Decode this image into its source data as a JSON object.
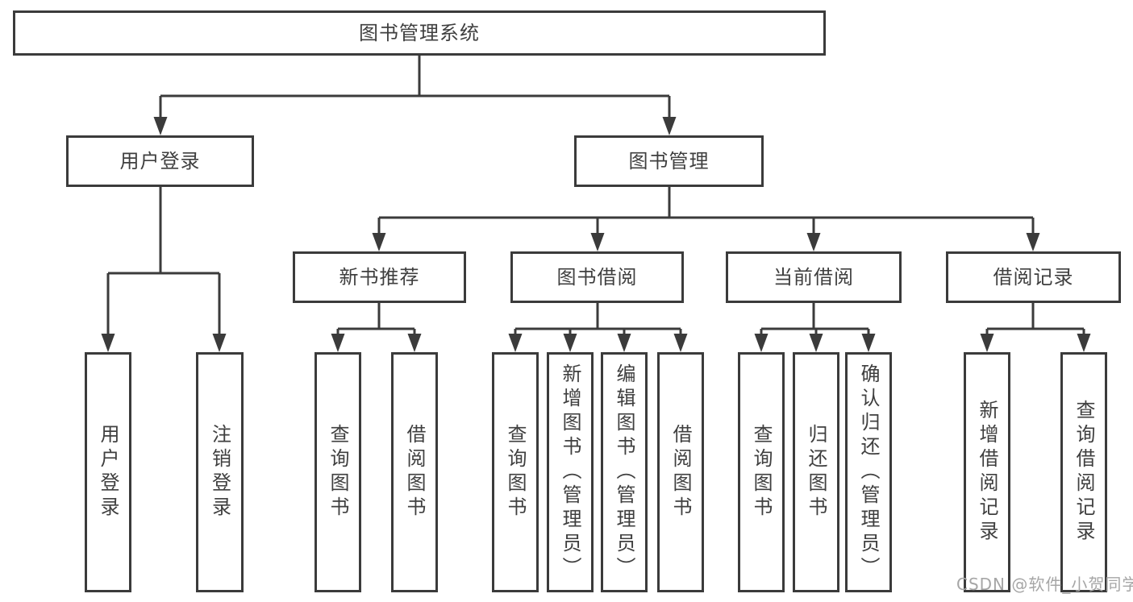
{
  "diagram_title": "图书管理系统",
  "colors": {
    "line": "#3b3b3b",
    "text": "#3f3f3f",
    "background": "#ffffff",
    "watermark": "#a6a6a6"
  },
  "tree": {
    "root": {
      "label": "图书管理系统"
    },
    "branches": [
      {
        "label": "用户登录",
        "children": [
          {
            "label": "用户登录"
          },
          {
            "label": "注销登录"
          }
        ]
      },
      {
        "label": "图书管理",
        "children": [
          {
            "label": "新书推荐",
            "children": [
              {
                "label": "查询图书"
              },
              {
                "label": "借阅图书"
              }
            ]
          },
          {
            "label": "图书借阅",
            "children": [
              {
                "label": "查询图书"
              },
              {
                "label": "新增图书（管理员）"
              },
              {
                "label": "编辑图书（管理员）"
              },
              {
                "label": "借阅图书"
              }
            ]
          },
          {
            "label": "当前借阅",
            "children": [
              {
                "label": "查询图书"
              },
              {
                "label": "归还图书"
              },
              {
                "label": "确认归还（管理员）"
              }
            ]
          },
          {
            "label": "借阅记录",
            "children": [
              {
                "label": "新增借阅记录"
              },
              {
                "label": "查询借阅记录"
              }
            ]
          }
        ]
      }
    ]
  },
  "watermark": {
    "text": "CSDN @软件_小贺同学"
  }
}
